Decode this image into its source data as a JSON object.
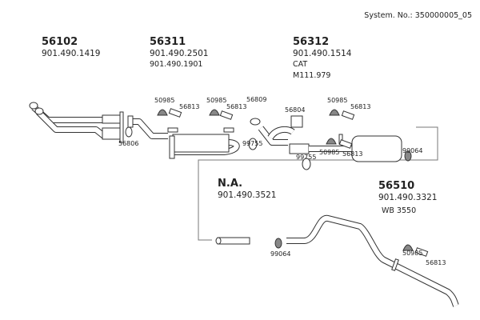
{
  "system_number": "System. No.: 350000005_05",
  "groups": [
    {
      "part": "56102",
      "lines": [
        "901.490.1419"
      ]
    },
    {
      "part": "56311",
      "lines": [
        "901.490.2501",
        "901.490.1901"
      ]
    },
    {
      "part": "56312",
      "lines": [
        "901.490.1514",
        "CAT",
        "M111.979"
      ]
    },
    {
      "part": "N.A.",
      "lines": [
        "901.490.3521"
      ]
    },
    {
      "part": "56510",
      "lines": [
        "901.490.3321",
        "WB 3550"
      ]
    }
  ],
  "part_labels": [
    "50985",
    "56813",
    "50985",
    "56813",
    "56809",
    "56804",
    "50985",
    "56813",
    "56806",
    "99755",
    "99755",
    "50985",
    "56813",
    "99064",
    "99064",
    "50985",
    "56813"
  ]
}
